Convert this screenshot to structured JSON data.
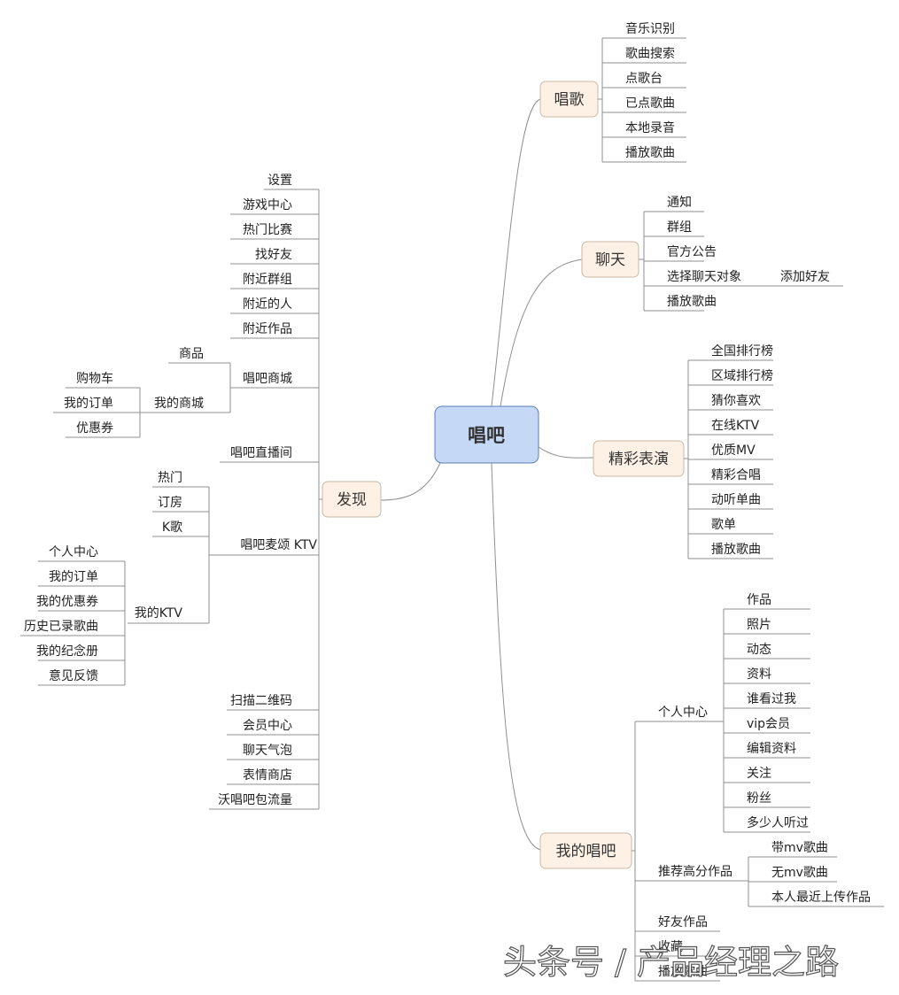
{
  "root": "唱吧",
  "branches": {
    "sing": {
      "label": "唱歌",
      "items": [
        "音乐识别",
        "歌曲搜索",
        "点歌台",
        "已点歌曲",
        "本地录音",
        "播放歌曲"
      ]
    },
    "chat": {
      "label": "聊天",
      "items": [
        "通知",
        "群组",
        "官方公告",
        "选择聊天对象",
        "播放歌曲"
      ],
      "sub": {
        "选择聊天对象": [
          "添加好友"
        ]
      }
    },
    "perform": {
      "label": "精彩表演",
      "items": [
        "全国排行榜",
        "区域排行榜",
        "猜你喜欢",
        "在线KTV",
        "优质MV",
        "精彩合唱",
        "动听单曲",
        "歌单",
        "播放歌曲"
      ]
    },
    "mine": {
      "label": "我的唱吧",
      "items": [
        "个人中心",
        "推荐高分作品",
        "好友作品",
        "收藏",
        "播放歌曲"
      ],
      "personal": [
        "作品",
        "照片",
        "动态",
        "资料",
        "谁看过我",
        "vip会员",
        "编辑资料",
        "关注",
        "粉丝",
        "多少人听过"
      ],
      "recommend": [
        "带mv歌曲",
        "无mv歌曲",
        "本人最近上传作品"
      ]
    },
    "discover": {
      "label": "发现",
      "top": [
        "设置",
        "游戏中心",
        "热门比赛",
        "找好友",
        "附近群组",
        "附近的人",
        "附近作品"
      ],
      "mall": {
        "label": "唱吧商城",
        "items": [
          "商品",
          "我的商城"
        ],
        "mymall": [
          "购物车",
          "我的订单",
          "优惠券"
        ]
      },
      "live": "唱吧直播间",
      "ktv": {
        "label": "唱吧麦颂 KTV",
        "items": [
          "热门",
          "订房",
          "K歌",
          "我的KTV"
        ],
        "myktv": [
          "个人中心",
          "我的订单",
          "我的优惠券",
          "历史已录歌曲",
          "我的纪念册",
          "意见反馈"
        ]
      },
      "bottom": [
        "扫描二维码",
        "会员中心",
        "聊天气泡",
        "表情商店",
        "沃唱吧包流量"
      ]
    }
  },
  "watermark": "头条号 / 产品经理之路",
  "colors": {
    "root_fill": "#c5d9f7",
    "root_stroke": "#5b7fb3",
    "node_fill": "#fdf1e6",
    "node_stroke": "#c9b8a6",
    "line": "#8f8f8f"
  }
}
